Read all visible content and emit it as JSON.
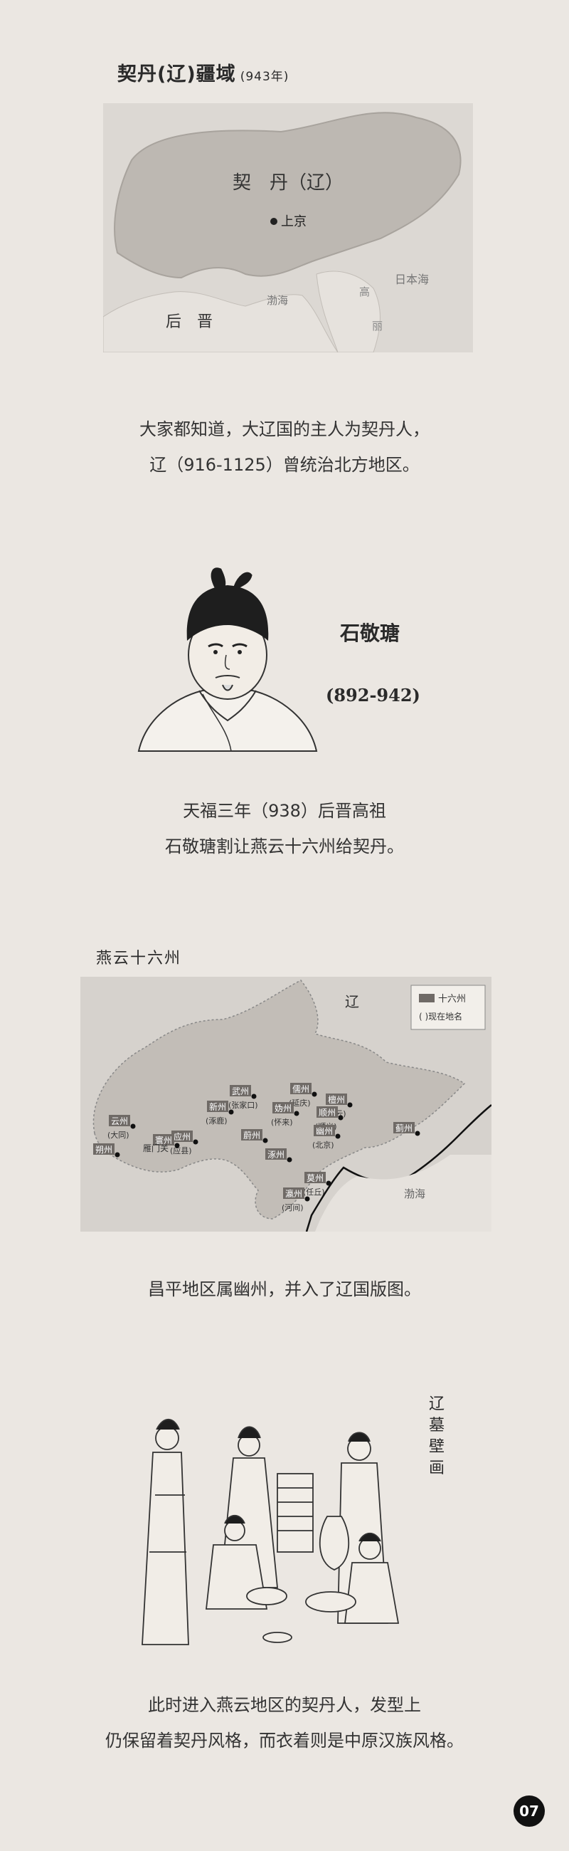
{
  "map1": {
    "title": "契丹(辽)疆域",
    "year": "(943年)",
    "region": "契　丹（辽）",
    "capital": "上京",
    "sea_bohai": "渤海",
    "sea_japan": "日本海",
    "goryeo_1": "高",
    "goryeo_2": "丽",
    "later_jin": "后　晋"
  },
  "caption1": {
    "line1": "大家都知道，大辽国的主人为契丹人，",
    "line2": "辽（916-1125）曾统治北方地区。"
  },
  "portrait": {
    "name": "石敬瑭",
    "years": "(892-942)"
  },
  "caption2": {
    "line1": "天福三年（938）后晋高祖",
    "line2": "石敬瑭割让燕云十六州给契丹。"
  },
  "map2": {
    "title": "燕云十六州",
    "liao": "辽",
    "bohai": "渤海",
    "legend_box": "十六州",
    "legend_paren": "(  )现在地名",
    "prefectures": [
      {
        "name": "武州",
        "modern": "(张家口)"
      },
      {
        "name": "儒州",
        "modern": "(延庆)"
      },
      {
        "name": "檀州",
        "modern": "(密云)"
      },
      {
        "name": "新州",
        "modern": "(涿鹿)"
      },
      {
        "name": "妫州",
        "modern": "(怀来)"
      },
      {
        "name": "顺州",
        "modern": "(顺义)"
      },
      {
        "name": "幽州",
        "modern": "(北京)"
      },
      {
        "name": "蓟州",
        "modern": ""
      },
      {
        "name": "云州",
        "modern": "(大同)"
      },
      {
        "name": "应州",
        "modern": "(应县)"
      },
      {
        "name": "寰州",
        "modern": ""
      },
      {
        "name": "朔州",
        "modern": ""
      },
      {
        "name": "蔚州",
        "modern": ""
      },
      {
        "name": "涿州",
        "modern": ""
      },
      {
        "name": "莫州",
        "modern": "(任丘)"
      },
      {
        "name": "瀛州",
        "modern": "(河间)"
      }
    ],
    "yanmen": "雁门关"
  },
  "caption3": {
    "line1": "昌平地区属幽州，并入了辽国版图。"
  },
  "mural": {
    "title_chars": [
      "辽",
      "墓",
      "壁",
      "画"
    ]
  },
  "caption4": {
    "line1": "此时进入燕云地区的契丹人，发型上",
    "line2": "仍保留着契丹风格，而衣着则是中原汉族风格。"
  },
  "page_number": "07",
  "colors": {
    "background": "#ebe7e2",
    "territory": "#bdb8b2",
    "label_box": "#6f6a66",
    "text": "#2a2a2a"
  }
}
